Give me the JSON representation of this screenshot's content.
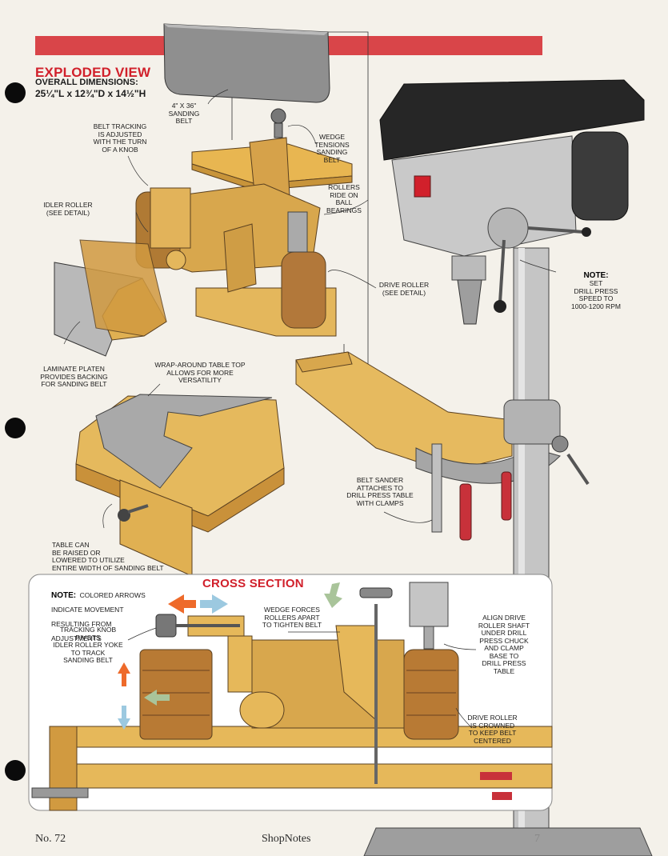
{
  "header": {
    "title": "EXPLODED VIEW",
    "dimensions_label": "OVERALL DIMENSIONS:",
    "dimensions_value": "25¼\"L x 12¾\"D x 14½\"H",
    "accent_color": "#d94549"
  },
  "callouts": {
    "sanding_belt": "4\" x 36\"\nSANDING\nBELT",
    "belt_tracking": "BELT TRACKING\nIS ADJUSTED\nWITH THE TURN\nOF A KNOB",
    "wedge_tensions": "WEDGE\nTENSIONS\nSANDING\nBELT",
    "rollers_ride": "ROLLERS\nRIDE ON\nBALL\nBEARINGS",
    "idler_roller": "IDLER ROLLER\n(SEE DETAIL)",
    "drive_roller": "DRIVE ROLLER\n(SEE DETAIL)",
    "laminate_platen": "LAMINATE PLATEN\nPROVIDES BACKING\nFOR SANDING BELT",
    "wrap_around": "WRAP-AROUND TABLE TOP\nALLOWS FOR MORE\nVERSATILITY",
    "belt_sander_attaches": "BELT SANDER\nATTACHES TO\nDRILL PRESS TABLE\nWITH CLAMPS",
    "table_can": "TABLE CAN\nBE RAISED OR\nLOWERED TO UTILIZE\nENTIRE WIDTH OF SANDING BELT",
    "note_title": "NOTE:",
    "note_body": "SET\nDRILL PRESS\nSPEED TO\n1000-1200 RPM"
  },
  "cross_section": {
    "title": "CROSS SECTION",
    "note_title": "NOTE:",
    "note_body": "COLORED ARROWS\nINDICATE MOVEMENT\nRESULTING FROM\nADJUSTMENTS",
    "tracking_knob": "TRACKING KNOB\nPIVOTS\nIDLER ROLLER YOKE\nTO TRACK\nSANDING BELT",
    "wedge_forces": "WEDGE FORCES\nROLLERS APART\nTO TIGHTEN BELT",
    "align_drive": "ALIGN DRIVE\nROLLER SHAFT\nUNDER DRILL\nPRESS CHUCK\nAND CLAMP\nBASE TO\nDRILL PRESS\nTABLE",
    "drive_crowned": "DRIVE ROLLER\nIS CROWNED\nTO KEEP BELT\nCENTERED"
  },
  "footer": {
    "issue": "No. 72",
    "publication": "ShopNotes",
    "page_number": "7"
  }
}
